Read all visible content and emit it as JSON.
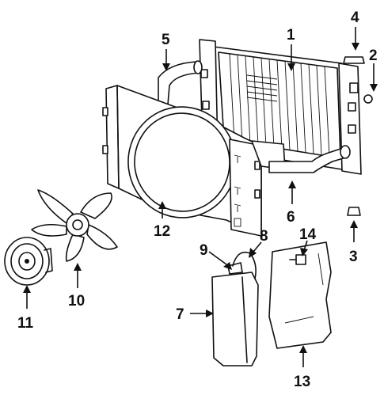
{
  "diagram": {
    "callouts": [
      {
        "id": "1",
        "label": "1"
      },
      {
        "id": "2",
        "label": "2"
      },
      {
        "id": "3",
        "label": "3"
      },
      {
        "id": "4",
        "label": "4"
      },
      {
        "id": "5",
        "label": "5"
      },
      {
        "id": "6",
        "label": "6"
      },
      {
        "id": "7",
        "label": "7"
      },
      {
        "id": "8",
        "label": "8"
      },
      {
        "id": "9",
        "label": "9"
      },
      {
        "id": "10",
        "label": "10"
      },
      {
        "id": "11",
        "label": "11"
      },
      {
        "id": "12",
        "label": "12"
      },
      {
        "id": "13",
        "label": "13"
      },
      {
        "id": "14",
        "label": "14"
      }
    ],
    "parts": [
      {
        "name": "radiator",
        "callout": "1"
      },
      {
        "name": "drain-plug",
        "callout": "2"
      },
      {
        "name": "lower-insulator",
        "callout": "3"
      },
      {
        "name": "radiator-cap",
        "callout": "4"
      },
      {
        "name": "upper-hose",
        "callout": "5"
      },
      {
        "name": "lower-hose",
        "callout": "6"
      },
      {
        "name": "reservoir",
        "callout": "7"
      },
      {
        "name": "overflow-hose",
        "callout": "8"
      },
      {
        "name": "reservoir-cap",
        "callout": "9"
      },
      {
        "name": "fan-blade",
        "callout": "10"
      },
      {
        "name": "fan-clutch",
        "callout": "11"
      },
      {
        "name": "fan-shroud",
        "callout": "12"
      },
      {
        "name": "deflector",
        "callout": "13"
      },
      {
        "name": "bolt",
        "callout": "14"
      }
    ]
  }
}
